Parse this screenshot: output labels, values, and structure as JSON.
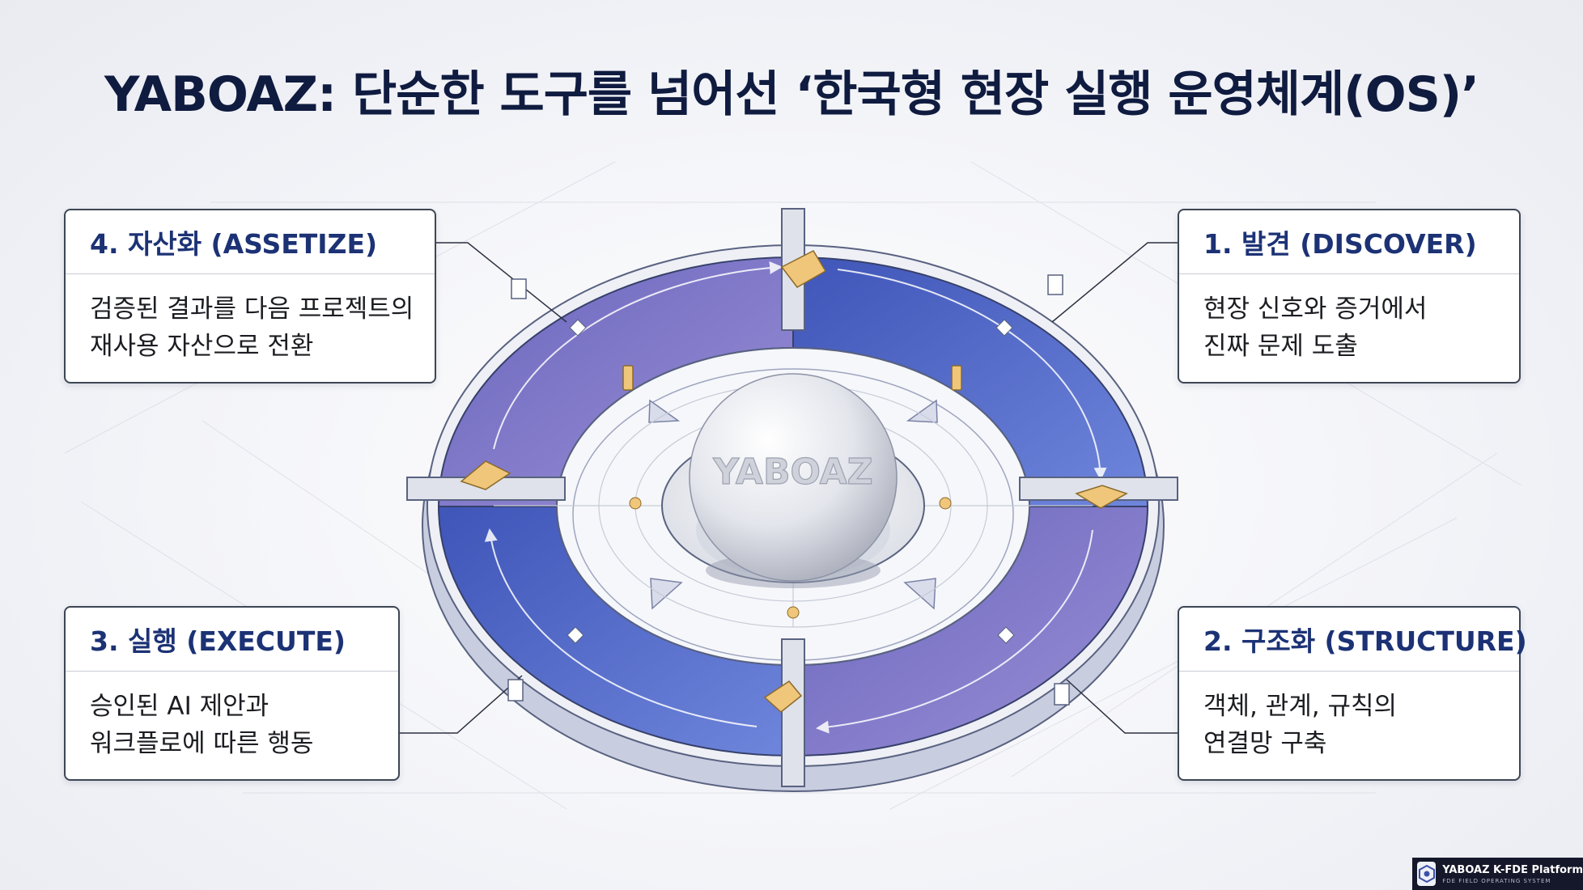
{
  "title": "YABOAZ: 단순한 도구를 넘어선 ‘한국형 현장 실행 운영체계(OS)’",
  "core_label": "YABOAZ",
  "stages": {
    "discover": {
      "title": "1.  발견 (DISCOVER)",
      "line1": "현장 신호와 증거에서",
      "line2": "진짜 문제 도출"
    },
    "structure": {
      "title": "2. 구조화 (STRUCTURE)",
      "line1": "객체, 관계, 규칙의",
      "line2": "연결망 구축"
    },
    "execute": {
      "title": "3. 실행 (EXECUTE)",
      "line1": "승인된 AI 제안과",
      "line2": "워크플로에 따른 행동"
    },
    "assetize": {
      "title": "4. 자산화 (ASSETIZE)",
      "line1": "검증된 결과를 다음 프로젝트의",
      "line2": "재사용 자산으로 전환"
    }
  },
  "footer": {
    "brand": "YABOAZ K-FDE Platform",
    "subtitle": "FDE FIELD OPERATING SYSTEM",
    "logo_icon": "hexagon-logo-icon"
  },
  "colors": {
    "title": "#0f1b3f",
    "ring_blue": "#4f68c8",
    "ring_purple": "#7b74c4",
    "gold": "#e3b15c",
    "card_heading": "#1c3275"
  }
}
